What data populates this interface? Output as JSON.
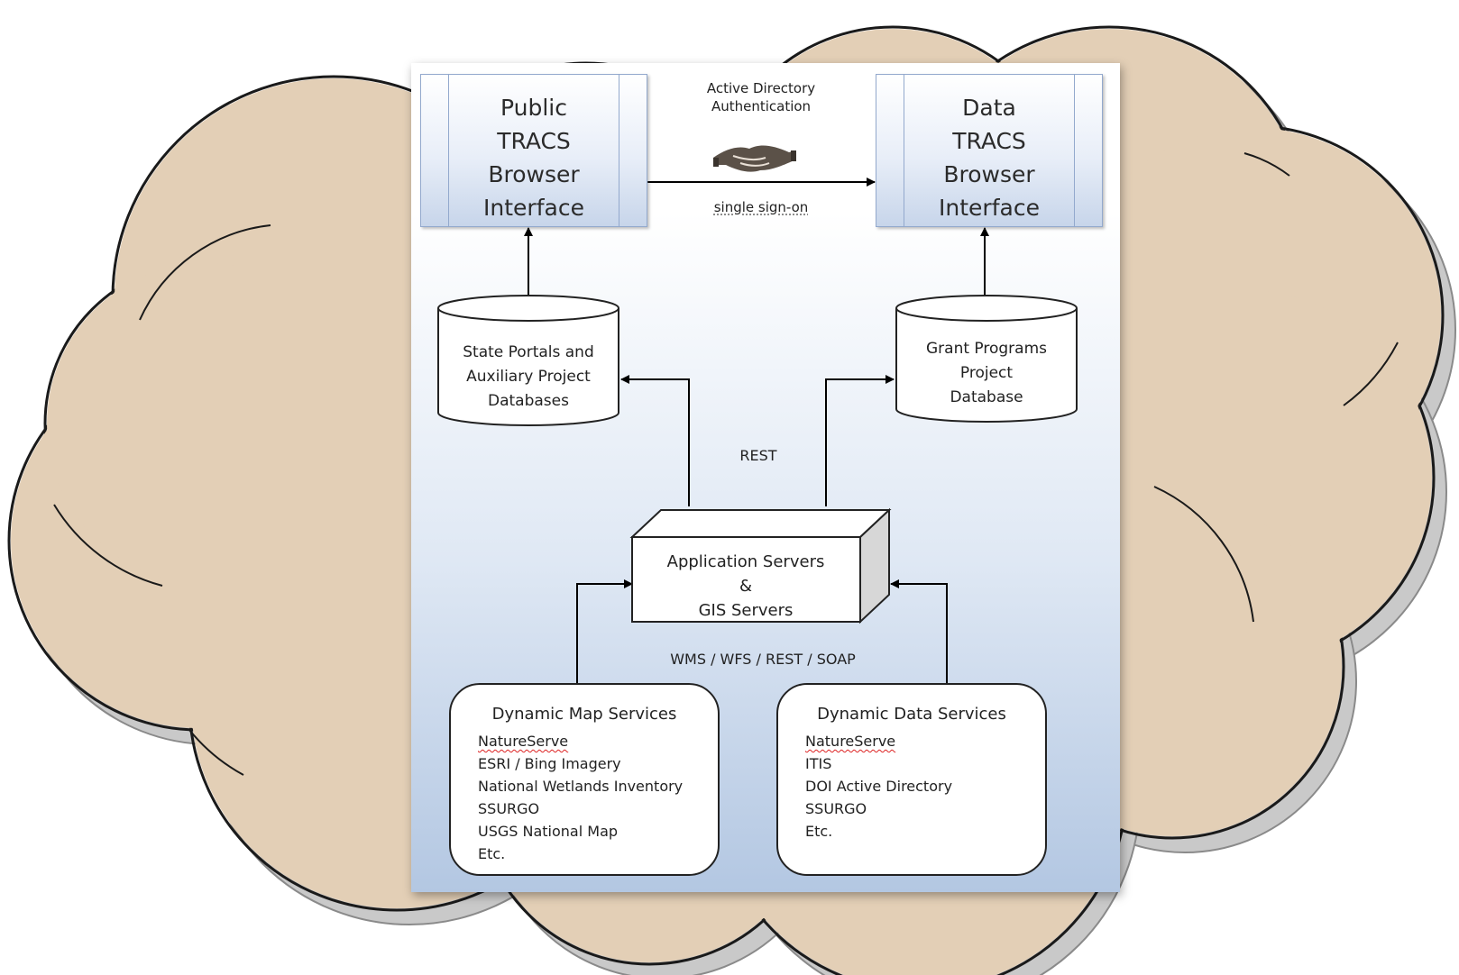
{
  "public_browser": {
    "text": "Public\nTRACS\nBrowser\nInterface"
  },
  "data_browser": {
    "text": "Data\nTRACS\nBrowser\nInterface"
  },
  "auth": {
    "line1": "Active Directory",
    "line2": "Authentication",
    "sso": "single sign-on"
  },
  "state_db": {
    "text": "State Portals and\nAuxiliary Project\nDatabases"
  },
  "grant_db": {
    "text": "Grant Programs\nProject\nDatabase"
  },
  "rest_label": "REST",
  "servers": {
    "text": "Application Servers\n&\nGIS Servers"
  },
  "protocols_label": "WMS / WFS / REST / SOAP",
  "map_services": {
    "title": "Dynamic Map Services",
    "items": [
      "NatureServe",
      "ESRI / Bing Imagery",
      "National Wetlands Inventory",
      "SSURGO",
      "USGS National Map",
      "Etc."
    ]
  },
  "data_services": {
    "title": "Dynamic Data Services",
    "items": [
      "NatureServe",
      "ITIS",
      "DOI Active Directory",
      "SSURGO",
      "Etc."
    ]
  },
  "colors": {
    "cloud_fill": "#e3cfb6",
    "cloud_stroke": "#1a1a1a",
    "panel_blue": "#b3c7e2",
    "browser_border": "#93a9cd"
  },
  "icons": {
    "handshake": "handshake-icon"
  }
}
